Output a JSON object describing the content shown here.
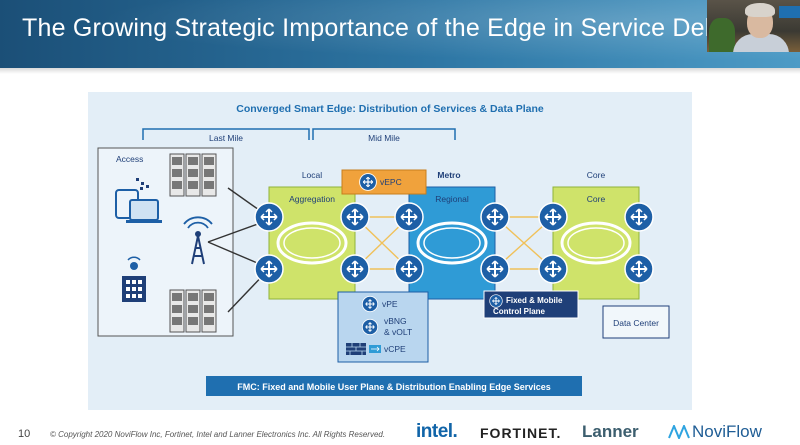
{
  "slide": {
    "title": "The Growing Strategic Importance of the Edge in Service Delivery",
    "page_number": "10",
    "copyright": "© Copyright 2020 NoviFlow Inc, Fortinet, Intel and Lanner Electronics Inc. All Rights Reserved."
  },
  "diagram": {
    "heading": "Converged Smart Edge: Distribution of Services & Data Plane",
    "brace_last_mile": "Last Mile",
    "brace_mid_mile": "Mid Mile",
    "access_label": "Access",
    "local_label": "Local",
    "metro_label": "Metro",
    "core_col_label": "Core",
    "aggregation_label": "Aggregation",
    "regional_label": "Regional",
    "core_label": "Core",
    "vepc_label": "vEPC",
    "fixed_mobile_label_1": "Fixed & Mobile",
    "fixed_mobile_label_2": "Control Plane",
    "data_center_label": "Data Center",
    "vpe_label": "vPE",
    "vbng_label_1": "vBNG",
    "vbng_label_2": "& vOLT",
    "vcpe_label": "vCPE",
    "fmc_banner": "FMC: Fixed and Mobile User Plane & Distribution Enabling Edge Services"
  },
  "logos": {
    "intel": "intel.",
    "fortinet": "FORTINET.",
    "lanner": "Lanner",
    "noviflow": "NoviFlow"
  },
  "colors": {
    "header_blue": "#1b4f77",
    "diagram_bg": "#e3eef7",
    "aggregation_green": "#cfe36a",
    "regional_blue": "#2f9bd6",
    "router_blue": "#1d5fa6",
    "vepc_orange": "#f0a23c",
    "control_plane_navy": "#1f3f78",
    "heading_blue": "#1f6fb0"
  }
}
